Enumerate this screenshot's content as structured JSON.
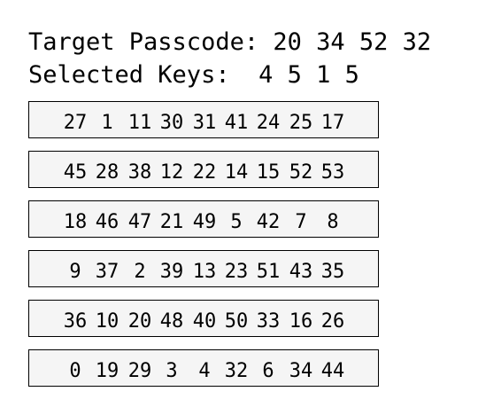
{
  "header": {
    "target_label": "Target Passcode:",
    "target_value": "20 34 52 32",
    "selected_label": "Selected Keys:",
    "selected_value": "4 5 1 5"
  },
  "keypad": {
    "rows": [
      [
        "27",
        "1",
        "11",
        "30",
        "31",
        "41",
        "24",
        "25",
        "17"
      ],
      [
        "45",
        "28",
        "38",
        "12",
        "22",
        "14",
        "15",
        "52",
        "53"
      ],
      [
        "18",
        "46",
        "47",
        "21",
        "49",
        "5",
        "42",
        "7",
        "8"
      ],
      [
        "9",
        "37",
        "2",
        "39",
        "13",
        "23",
        "51",
        "43",
        "35"
      ],
      [
        "36",
        "10",
        "20",
        "48",
        "40",
        "50",
        "33",
        "16",
        "26"
      ],
      [
        "0",
        "19",
        "29",
        "3",
        "4",
        "32",
        "6",
        "34",
        "44"
      ]
    ]
  }
}
